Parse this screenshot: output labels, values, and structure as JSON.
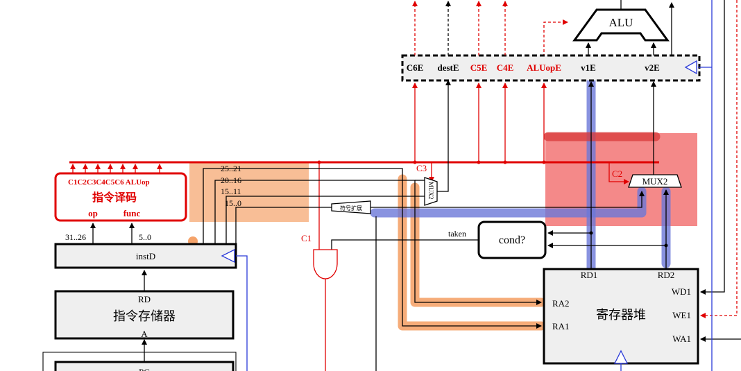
{
  "latch": {
    "fields": [
      "C6E",
      "destE",
      "C5E",
      "C4E",
      "ALUopE",
      "v1E",
      "v2E"
    ],
    "field_colors": [
      "#000000",
      "#000000",
      "#e00000",
      "#e00000",
      "#e00000",
      "#000000",
      "#000000"
    ]
  },
  "alu": {
    "label": "ALU"
  },
  "decoder": {
    "signals": "C1C2C3C4C5C6 ALUop",
    "title": "指令译码",
    "op": "op",
    "func": "func"
  },
  "instd": {
    "label": "instD",
    "bits_op": "31..26",
    "bits_func": "5..0",
    "fields": [
      "25..21",
      "20..16",
      "15..11",
      "15..0"
    ]
  },
  "imem": {
    "title": "指令存储器",
    "rd": "RD",
    "a": "A"
  },
  "pc": {
    "label": "PC"
  },
  "mux_c3": {
    "label": "MUX2",
    "ctrl": "C3"
  },
  "mux_c2": {
    "label": "MUX2",
    "ctrl": "C2"
  },
  "sign_extend": {
    "label": "符号扩展"
  },
  "and_gate": {
    "ctrl": "C1"
  },
  "cond": {
    "label": "cond?",
    "taken": "taken"
  },
  "regfile": {
    "title": "寄存器堆",
    "ports_left": [
      "RA2",
      "RA1"
    ],
    "ports_top": [
      "RD1",
      "RD2"
    ],
    "ports_right": [
      "WD1",
      "WE1",
      "WA1"
    ]
  },
  "colors": {
    "control": "#e00000",
    "highlight_orange": "#f5a36a",
    "highlight_blue": "#6c78d8",
    "highlight_red": "#ee4a4a",
    "box_fill": "#efefef"
  }
}
